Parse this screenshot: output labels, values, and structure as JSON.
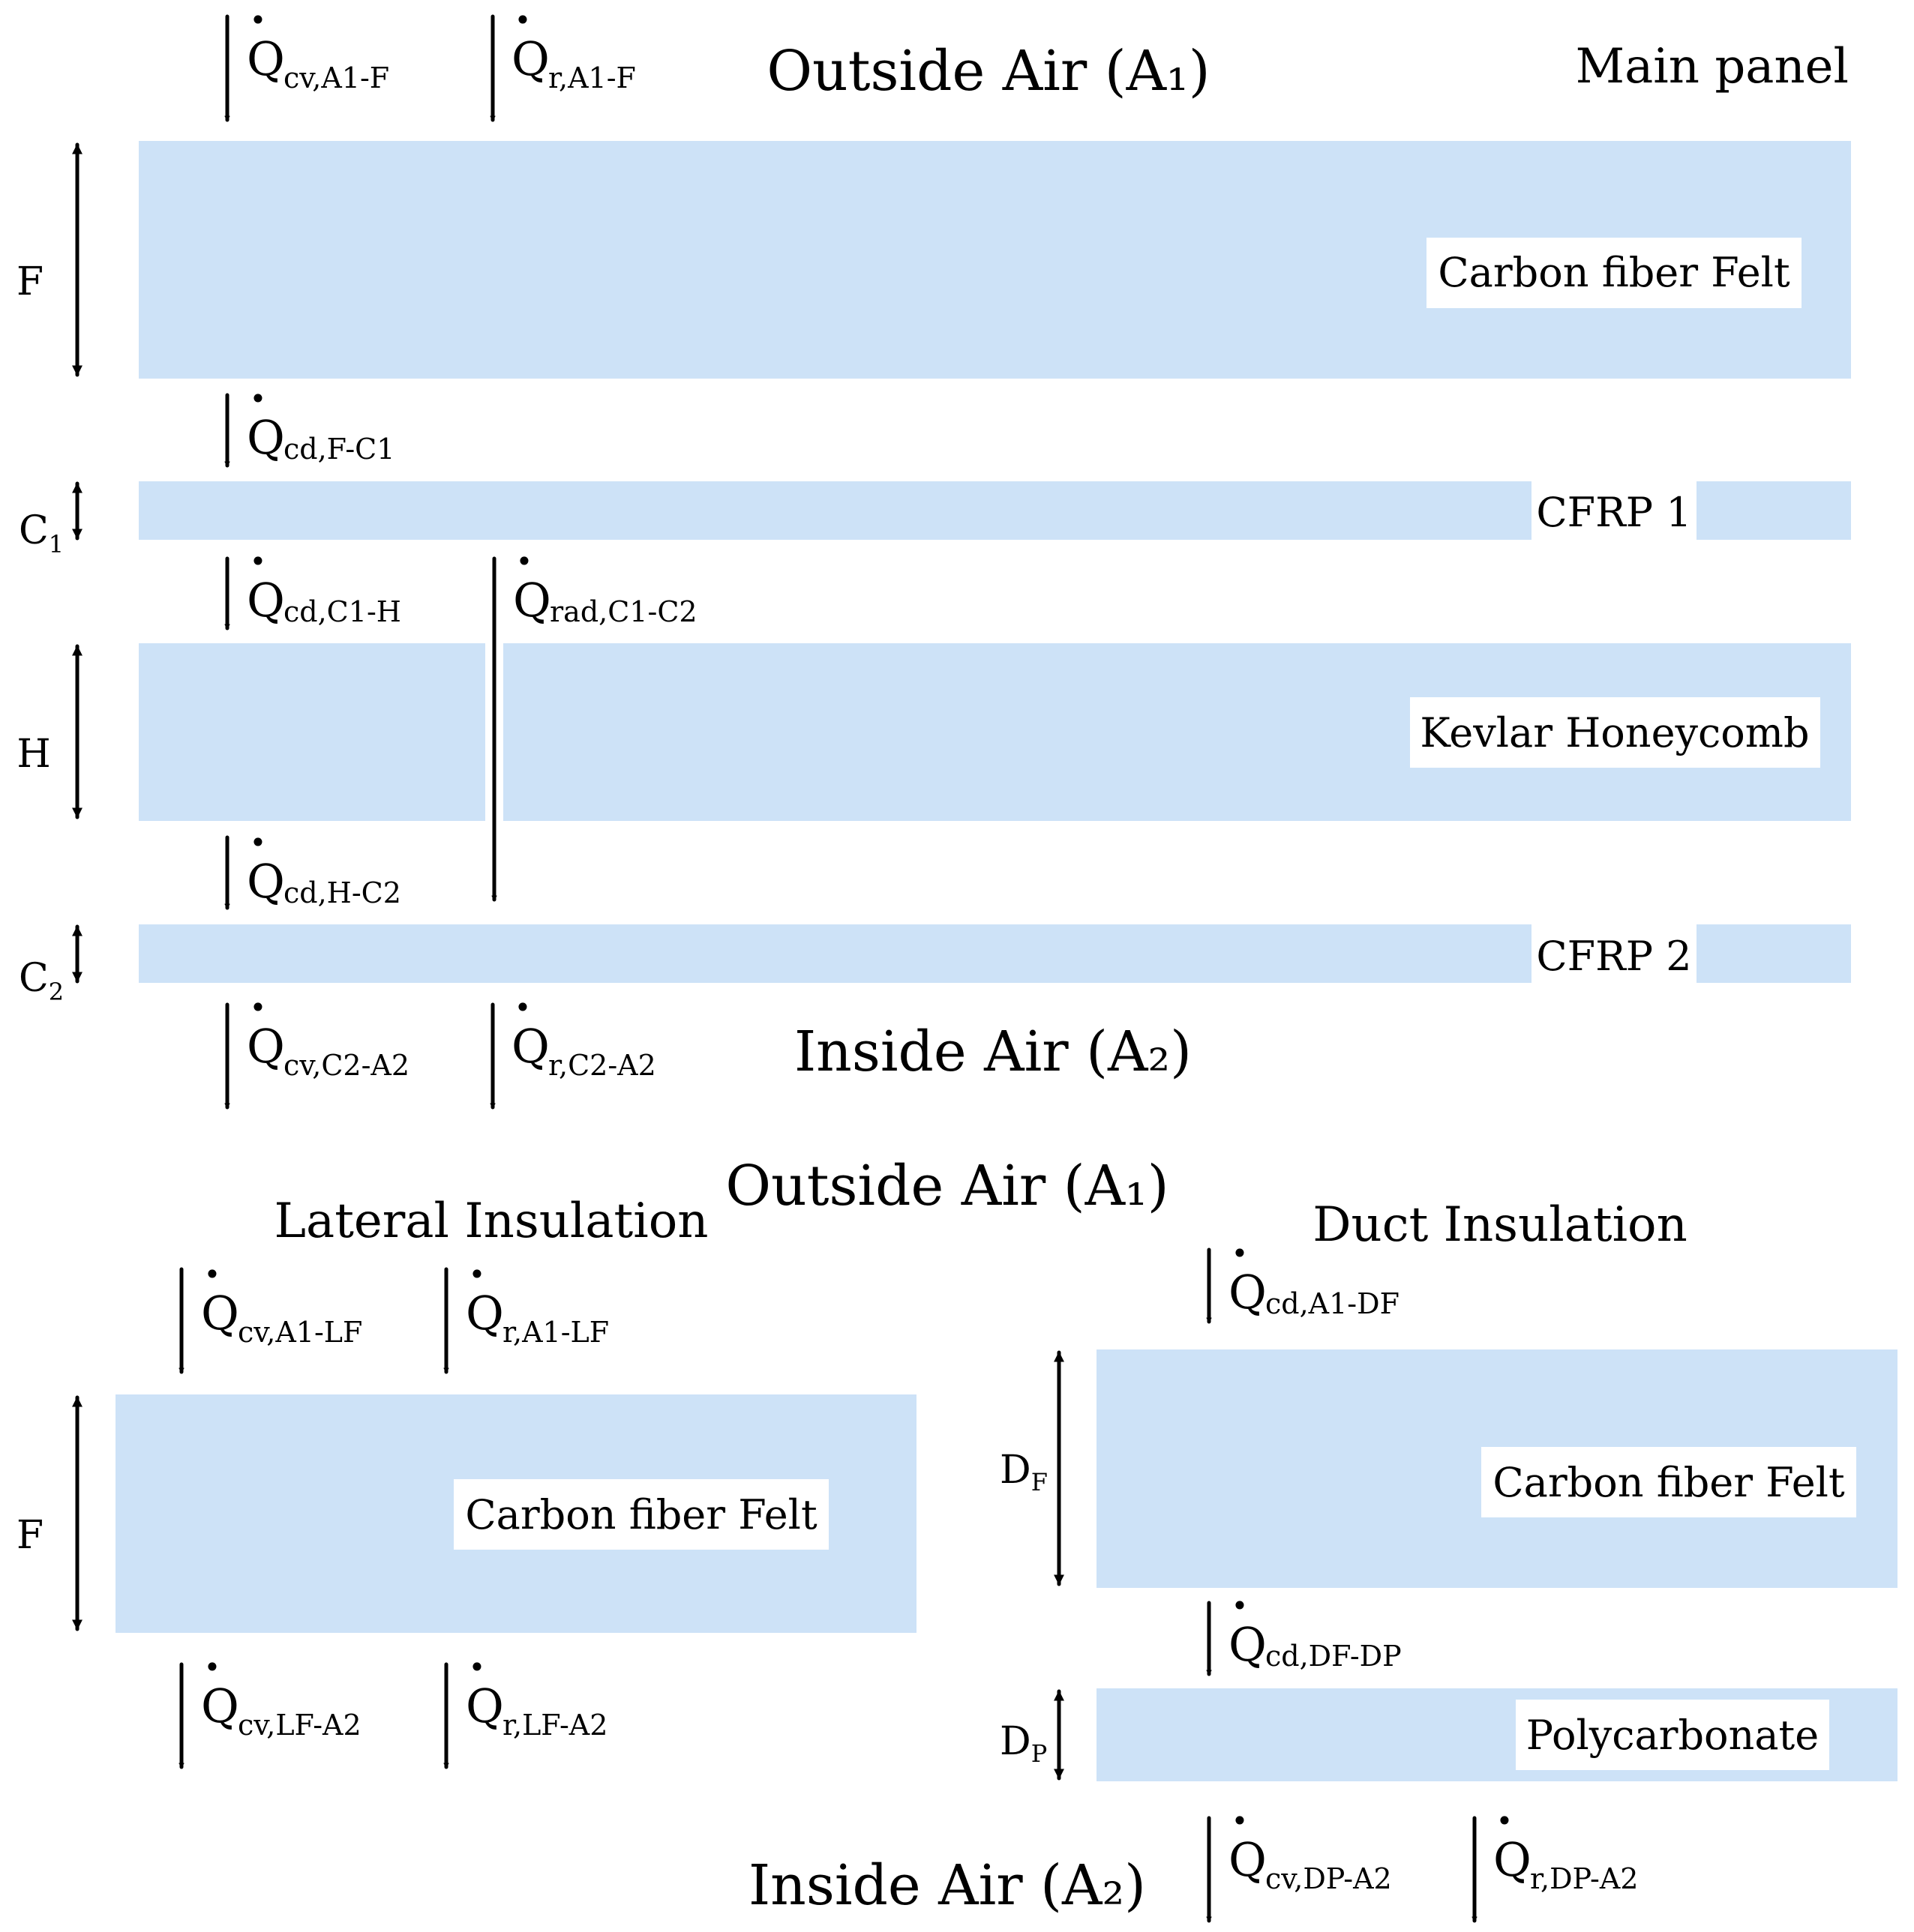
{
  "main_panel": {
    "title": "Main panel",
    "outside_air": "Outside Air (A₁)",
    "inside_air": "Inside Air (A₂)",
    "layers": {
      "felt": "Carbon fiber Felt",
      "cfrp1": "CFRP 1",
      "honeycomb": "Kevlar Honeycomb",
      "cfrp2": "CFRP 2"
    },
    "dims": {
      "f": "F",
      "c1_main": "C",
      "c1_sub": "1",
      "h": "H",
      "c2_main": "C",
      "c2_sub": "2"
    },
    "heat_flows": {
      "cv_a1_f": "cv,A1-F",
      "r_a1_f": "r,A1-F",
      "cd_f_c1": "cd,F-C1",
      "cd_c1_h": "cd,C1-H",
      "rad_c1_c2": "rad,C1-C2",
      "cd_h_c2": "cd,H-C2",
      "cv_c2_a2": "cv,C2-A2",
      "r_c2_a2": "r,C2-A2"
    }
  },
  "bottom": {
    "outside_air": "Outside Air (A₁)",
    "inside_air": "Inside Air (A₂)"
  },
  "lateral": {
    "title": "Lateral Insulation",
    "layer": "Carbon fiber Felt",
    "dim_f": "F",
    "heat_flows": {
      "cv_a1_lf": "cv,A1-LF",
      "r_a1_lf": "r,A1-LF",
      "cv_lf_a2": "cv,LF-A2",
      "r_lf_a2": "r,LF-A2"
    }
  },
  "duct": {
    "title": "Duct Insulation",
    "layers": {
      "felt": "Carbon fiber Felt",
      "polycarbonate": "Polycarbonate"
    },
    "dims": {
      "df_main": "D",
      "df_sub": "F",
      "dp_main": "D",
      "dp_sub": "P"
    },
    "heat_flows": {
      "cd_a1_df": "cd,A1-DF",
      "cd_df_dp": "cd,DF-DP",
      "cv_dp_a2": "cv,DP-A2",
      "r_dp_a2": "r,DP-A2"
    }
  },
  "symbols": {
    "q": "Q",
    "dot": "•"
  }
}
